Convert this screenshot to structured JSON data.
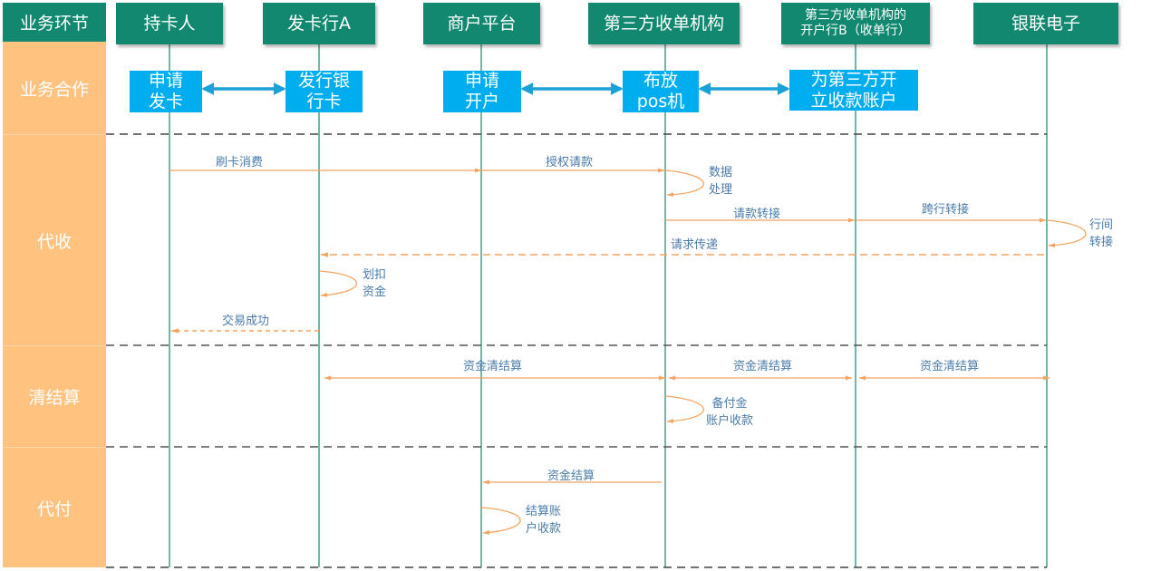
{
  "column_header": "业务环节",
  "participants": [
    {
      "id": "cardholder",
      "label": "持卡人"
    },
    {
      "id": "issuer",
      "label": "发卡行A"
    },
    {
      "id": "merchant",
      "label": "商户平台"
    },
    {
      "id": "acquirer",
      "label": "第三方收单机构"
    },
    {
      "id": "acquiring-bank",
      "label_line1": "第三方收单机构的",
      "label_line2": "开户行B（收单行）"
    },
    {
      "id": "unionpay",
      "label": "银联电子"
    }
  ],
  "phases": [
    {
      "id": "cooperation",
      "label": "业务合作"
    },
    {
      "id": "collection",
      "label": "代收"
    },
    {
      "id": "clearing",
      "label": "清结算"
    },
    {
      "id": "payment",
      "label": "代付"
    }
  ],
  "cooperation_boxes": [
    {
      "id": "apply-card",
      "line1": "申请",
      "line2": "发卡"
    },
    {
      "id": "issue-card",
      "line1": "发行银",
      "line2": "行卡"
    },
    {
      "id": "apply-account",
      "line1": "申请",
      "line2": "开户"
    },
    {
      "id": "deploy-pos",
      "line1": "布放",
      "line2": "pos机"
    },
    {
      "id": "open-account",
      "line1": "为第三方开",
      "line2": "立收款账户"
    }
  ],
  "messages": [
    {
      "id": "swipe",
      "label": "刷卡消费",
      "from": "cardholder",
      "to": "merchant",
      "style": "solid"
    },
    {
      "id": "auth",
      "label": "授权请款",
      "from": "merchant",
      "to": "acquirer",
      "style": "solid"
    },
    {
      "id": "data-proc",
      "label_line1": "数据",
      "label_line2": "处理",
      "from": "acquirer",
      "to": "acquirer",
      "style": "self"
    },
    {
      "id": "req-forward",
      "label": "请款转接",
      "from": "acquirer",
      "to": "acquiring-bank",
      "style": "solid"
    },
    {
      "id": "cross-bank",
      "label": "跨行转接",
      "from": "acquiring-bank",
      "to": "unionpay",
      "style": "solid"
    },
    {
      "id": "interbank",
      "label_line1": "行间",
      "label_line2": "转接",
      "from": "unionpay",
      "to": "unionpay",
      "style": "self"
    },
    {
      "id": "req-pass",
      "label": "请求传递",
      "from": "unionpay",
      "to": "issuer",
      "style": "dashed"
    },
    {
      "id": "debit",
      "label_line1": "划扣",
      "label_line2": "资金",
      "from": "issuer",
      "to": "issuer",
      "style": "self"
    },
    {
      "id": "success",
      "label": "交易成功",
      "from": "issuer",
      "to": "cardholder",
      "style": "dashed"
    },
    {
      "id": "clear1",
      "label": "资金清结算",
      "from": "acquirer",
      "to": "issuer",
      "style": "solid"
    },
    {
      "id": "clear2",
      "label": "资金清结算",
      "from": "acquiring-bank",
      "to": "acquirer",
      "style": "solid"
    },
    {
      "id": "clear3",
      "label": "资金清结算",
      "from": "acquiring-bank",
      "to": "unionpay",
      "style": "solid"
    },
    {
      "id": "reserve",
      "label_line1": "备付金",
      "label_line2": "账户收款",
      "from": "acquirer",
      "to": "acquirer",
      "style": "self"
    },
    {
      "id": "settle",
      "label": "资金结算",
      "from": "acquirer",
      "to": "merchant",
      "style": "solid"
    },
    {
      "id": "settle-recv",
      "label_line1": "结算账",
      "label_line2": "户收款",
      "from": "merchant",
      "to": "merchant",
      "style": "self"
    }
  ],
  "colors": {
    "header_green": "#138870",
    "phase_orange": "#ffc37f",
    "activity_blue": "#00aeef",
    "message_orange": "#f4a460",
    "label_blue": "#4a7bab",
    "separator_gray": "#555555"
  }
}
